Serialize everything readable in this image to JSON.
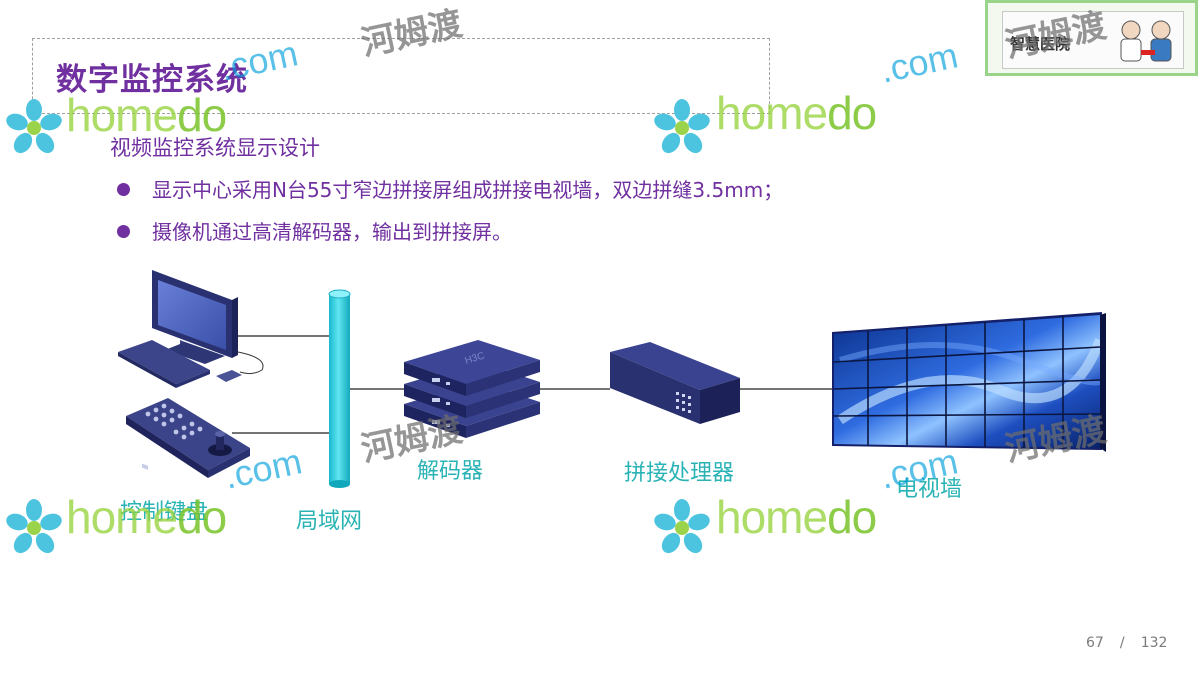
{
  "title": "数字监控系统",
  "logo_text": "智慧医院",
  "subtitle": "视频监控系统显示设计",
  "bullets": [
    "显示中心采用N台55寸窄边拼接屏组成拼接电视墙，双边拼缝3.5mm；",
    "摄像机通过高清解码器，输出到拼接屏。"
  ],
  "diagram": {
    "labels": {
      "keyboard": "控制键盘",
      "lan": "局域网",
      "decoder": "解码器",
      "processor": "拼接处理器",
      "tv_wall": "电视墙"
    },
    "decoder_brand": "H3C"
  },
  "page": {
    "current": "67",
    "separator": "/",
    "total": "132"
  },
  "watermark": {
    "home": "home",
    "do": "do",
    "com": ".com",
    "cn": "河姆渡"
  }
}
